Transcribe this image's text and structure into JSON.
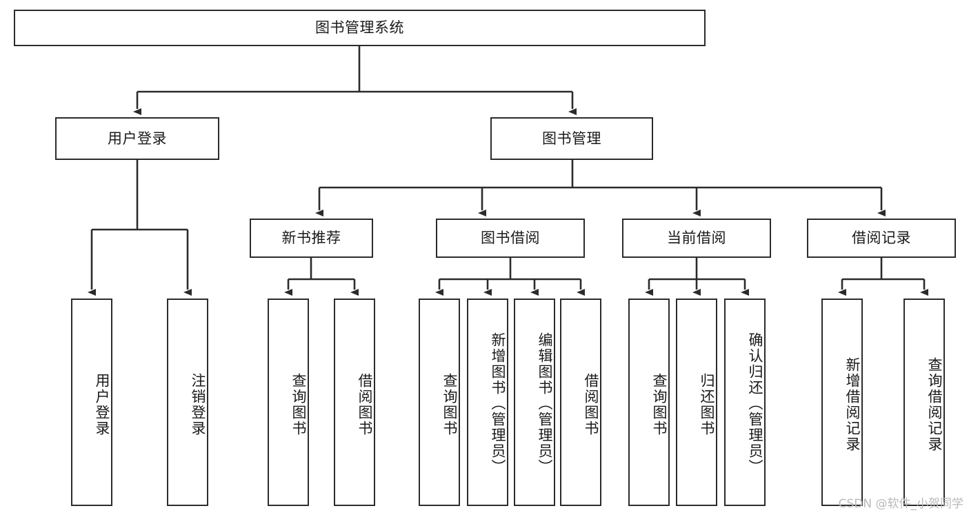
{
  "diagram": {
    "type": "tree-hierarchy-chart",
    "title": "图书管理系统",
    "orientation": "top-down",
    "colors": {
      "border": "#2b2b2b",
      "fill": "#ffffff",
      "text": "#1a1a1a",
      "link": "#2b2b2b",
      "watermark": "#b9b9b9"
    },
    "root": {
      "label": "图书管理系统"
    },
    "level2": [
      {
        "label": "用户登录"
      },
      {
        "label": "图书管理"
      }
    ],
    "level3": [
      {
        "label": "新书推荐"
      },
      {
        "label": "图书借阅"
      },
      {
        "label": "当前借阅"
      },
      {
        "label": "借阅记录"
      }
    ],
    "leaves": {
      "user_login": [
        {
          "label": "用户登录"
        },
        {
          "label": "注销登录"
        }
      ],
      "new_book_recommend": [
        {
          "label": "查询图书"
        },
        {
          "label": "借阅图书"
        }
      ],
      "book_borrow": [
        {
          "label": "查询图书"
        },
        {
          "label": "新增图书（管理员）"
        },
        {
          "label": "编辑图书（管理员）"
        },
        {
          "label": "借阅图书"
        }
      ],
      "current_borrow": [
        {
          "label": "查询图书"
        },
        {
          "label": "归还图书"
        },
        {
          "label": "确认归还（管理员）"
        }
      ],
      "borrow_record": [
        {
          "label": "新增借阅记录"
        },
        {
          "label": "查询借阅记录"
        }
      ]
    }
  },
  "watermark": {
    "text": "CSDN @软件_小贺同学"
  }
}
